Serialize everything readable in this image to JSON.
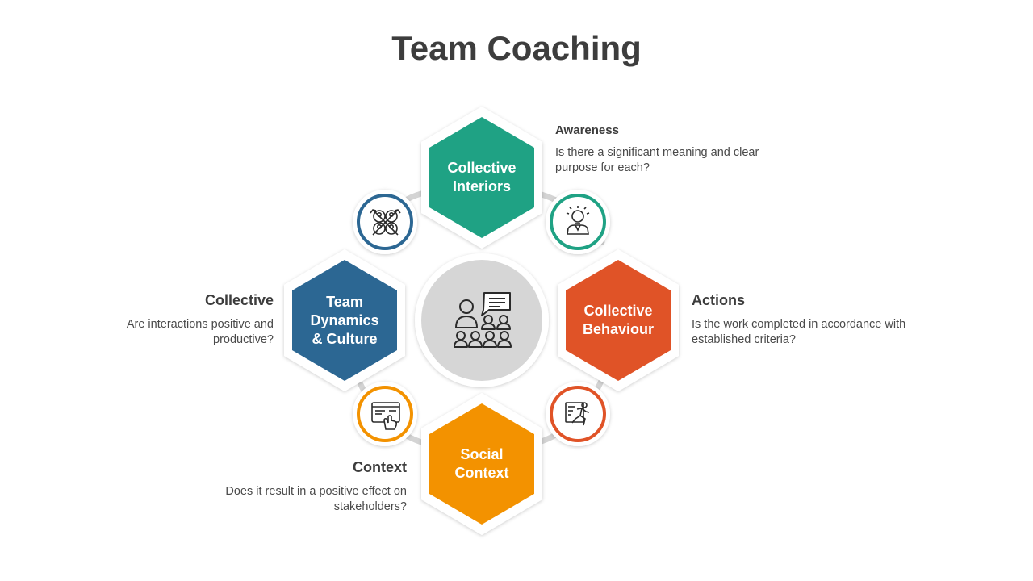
{
  "title": "Team Coaching",
  "colors": {
    "teal": "#1fa284",
    "orange_red": "#e05327",
    "amber": "#f39200",
    "blue": "#2c6793",
    "connector_gray": "#d4d4d4",
    "center_gray": "#d6d6d6"
  },
  "hexagons": [
    {
      "id": "top",
      "label": "Collective\nInteriors",
      "color": "#1fa284"
    },
    {
      "id": "right",
      "label": "Collective\nBehaviour",
      "color": "#e05327"
    },
    {
      "id": "bottom",
      "label": "Social\nContext",
      "color": "#f39200"
    },
    {
      "id": "left",
      "label": "Team\nDynamics\n& Culture",
      "color": "#2c6793"
    }
  ],
  "icons": [
    {
      "id": "top-left",
      "name": "team-network-icon",
      "ring_color": "#2c6793"
    },
    {
      "id": "top-right",
      "name": "idea-person-icon",
      "ring_color": "#1fa284"
    },
    {
      "id": "bottom-left",
      "name": "online-click-icon",
      "ring_color": "#f39200"
    },
    {
      "id": "bottom-right",
      "name": "running-person-icon",
      "ring_color": "#e05327"
    }
  ],
  "center_icon": "team-meeting-icon",
  "info": {
    "awareness": {
      "title": "Awareness",
      "text": "Is there a significant meaning and clear purpose for each?"
    },
    "actions": {
      "title": "Actions",
      "text": "Is the work completed  in accordance with established criteria?"
    },
    "collective": {
      "title": "Collective",
      "text": "Are interactions positive and productive?"
    },
    "context": {
      "title": "Context",
      "text": "Does it result in a positive effect on stakeholders?"
    }
  }
}
